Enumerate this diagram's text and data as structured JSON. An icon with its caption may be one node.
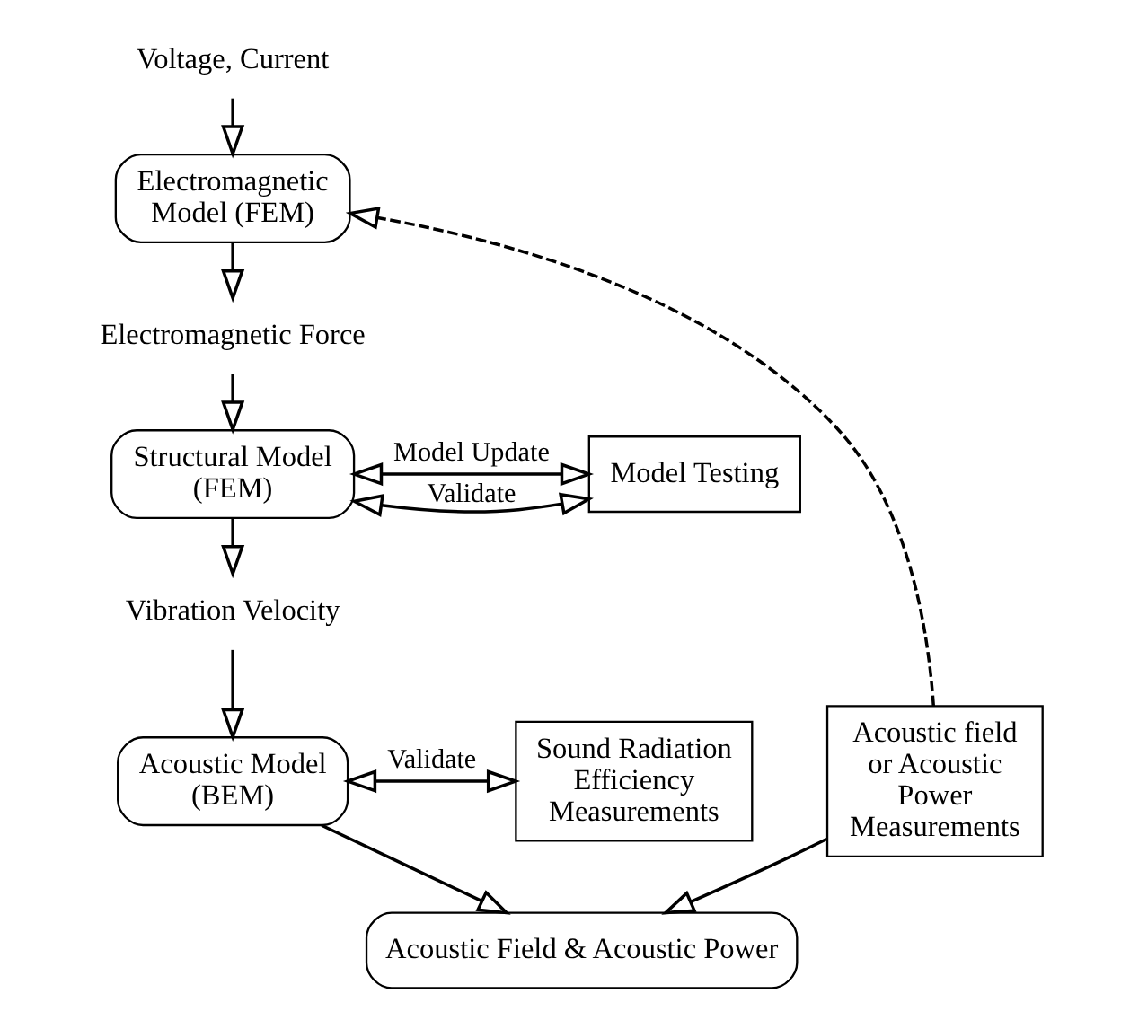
{
  "diagram": {
    "nodes": [
      {
        "text": [
          "Voltage, Current"
        ]
      },
      {
        "text": [
          "Electromagnetic Model (FEM)"
        ]
      },
      {
        "text": [
          "Electromagnetic Force"
        ]
      },
      {
        "text": [
          "Structural Model (FEM)"
        ]
      },
      {
        "text": [
          "Model Testing"
        ]
      },
      {
        "text": [
          "Vibration Velocity"
        ]
      },
      {
        "text": [
          "Acoustic field or Acoustic Power Measurements"
        ]
      },
      {
        "text": [
          "Acoustic Model (BEM)"
        ]
      },
      {
        "text": [
          "Sound Radiation Efficiency Measurements"
        ]
      },
      {
        "text": [
          "Acoustic Field & Acoustic Power"
        ]
      }
    ],
    "edges": [
      {
        "from": 0,
        "to": 1,
        "arrow": "to"
      },
      {
        "from": 1,
        "to": 2,
        "arrow": "to"
      },
      {
        "from": 2,
        "to": 3,
        "arrow": "to"
      },
      {
        "from": 3,
        "to": 4,
        "arrow": "both",
        "label": "Validate"
      },
      {
        "from": 3,
        "to": 4,
        "arrow": "both",
        "label": "Model Update"
      },
      {
        "from": 3,
        "to": 5,
        "arrow": "to"
      },
      {
        "from": 5,
        "to": 7,
        "arrow": "to"
      },
      {
        "from": 6,
        "to": 1,
        "arrow": "to",
        "style": "dashed"
      },
      {
        "from": 7,
        "to": 8,
        "arrow": "both",
        "label": "Validate"
      },
      {
        "from": 7,
        "to": 9,
        "arrow": "to"
      },
      {
        "from": 6,
        "to": 9,
        "arrow": "to"
      }
    ]
  }
}
